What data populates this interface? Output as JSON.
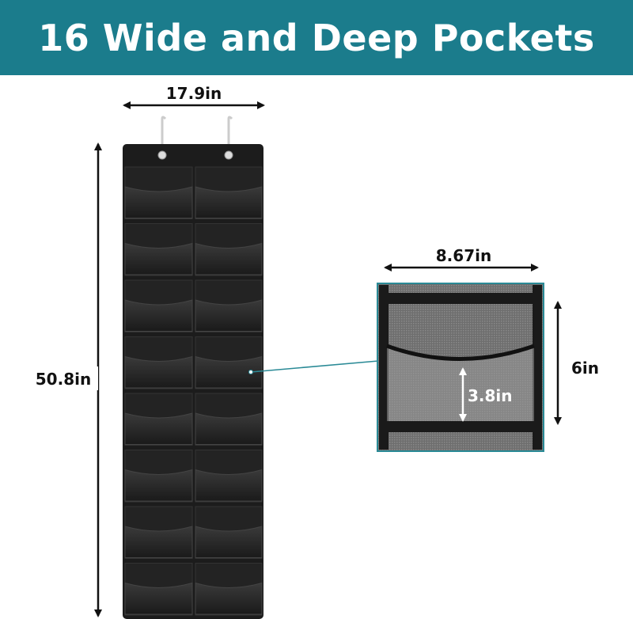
{
  "title": "16 Wide and Deep Pockets",
  "dimensions": {
    "organizer_width": "17.9in",
    "organizer_height": "50.8in",
    "pocket_width": "8.67in",
    "pocket_height": "6in",
    "pocket_depth": "3.8in"
  },
  "pocket_count": 16,
  "colors": {
    "banner": "#1b7c8c",
    "organizer": "#1c1c1c",
    "detail_border": "#2a8a96"
  }
}
